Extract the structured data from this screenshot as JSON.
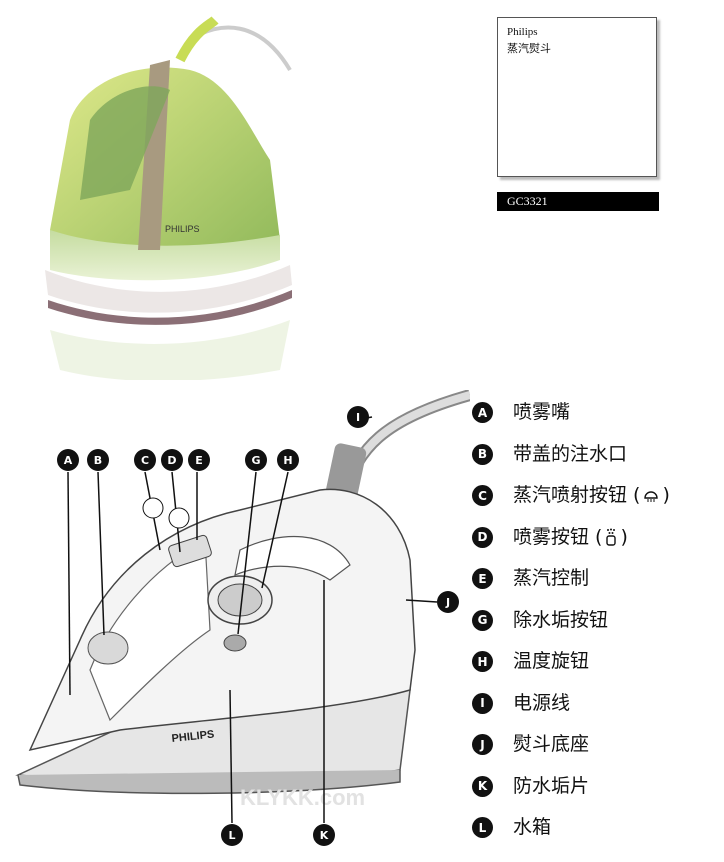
{
  "brand": {
    "name": "Philips",
    "product": "蒸汽熨斗"
  },
  "model": "GC3321",
  "iron_badge_text": "PHILIPS",
  "watermark": "KLYKK.com",
  "legend": [
    {
      "letter": "A",
      "label": "喷雾嘴"
    },
    {
      "letter": "B",
      "label": "带盖的注水口"
    },
    {
      "letter": "C",
      "label": "蒸汽喷射按钮 (",
      "icon": "steam-shot-icon",
      "close": ")"
    },
    {
      "letter": "D",
      "label": "喷雾按钮 (",
      "icon": "spray-icon",
      "close": ")"
    },
    {
      "letter": "E",
      "label": "蒸汽控制"
    },
    {
      "letter": "G",
      "label": "除水垢按钮"
    },
    {
      "letter": "H",
      "label": "温度旋钮"
    },
    {
      "letter": "I",
      "label": "电源线"
    },
    {
      "letter": "J",
      "label": "熨斗底座"
    },
    {
      "letter": "K",
      "label": "防水垢片"
    },
    {
      "letter": "L",
      "label": "水箱"
    }
  ],
  "callouts": [
    "A",
    "B",
    "C",
    "D",
    "E",
    "G",
    "H",
    "I",
    "J",
    "K",
    "L"
  ]
}
